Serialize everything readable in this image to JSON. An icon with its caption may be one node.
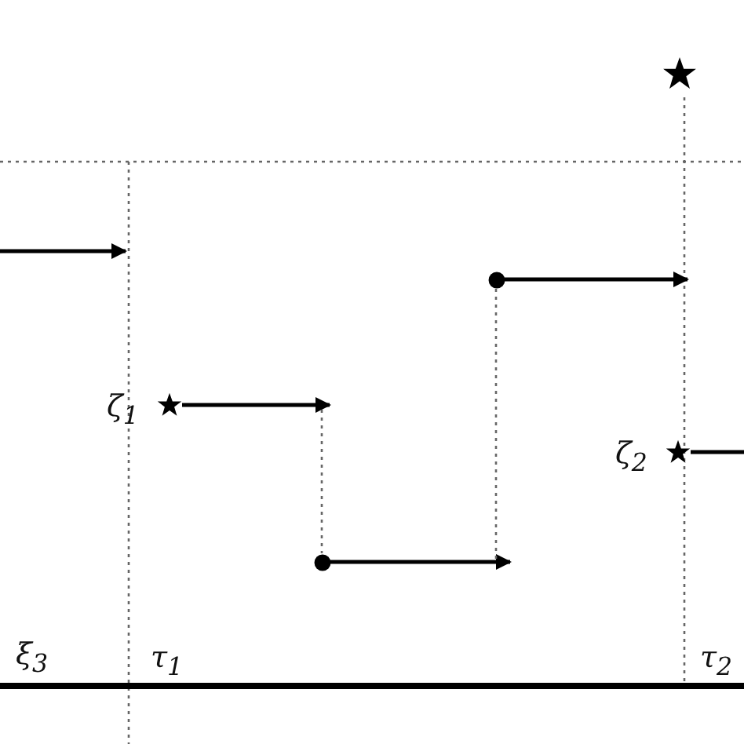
{
  "diagram": {
    "nodes": [
      {
        "text": [],
        "shape": "star"
      },
      {
        "text": [],
        "shape": "star",
        "beside": [
          "ζ$_{1}$"
        ]
      },
      {
        "text": [],
        "shape": "circle"
      },
      {
        "text": [],
        "shape": "circle"
      },
      {
        "text": [],
        "shape": "star",
        "beside": [
          "ζ$_{2}$"
        ]
      }
    ],
    "edges": [
      {
        "from": 1,
        "to": null,
        "arrow": "to"
      },
      {
        "from": 2,
        "to": null,
        "arrow": "to"
      },
      {
        "from": 3,
        "to": null,
        "arrow": "to"
      },
      {
        "from": 4,
        "to": null,
        "arrow": "none"
      },
      {
        "from": null,
        "to": 2,
        "arrow": "none",
        "style": "dashed",
        "color": "#666666"
      },
      {
        "from": null,
        "to": 3,
        "arrow": "none",
        "style": "dashed",
        "color": "#666666"
      }
    ],
    "labels": [
      "ξ$_{3}$",
      "τ$_{1}$",
      "τ$_{2}$"
    ]
  }
}
